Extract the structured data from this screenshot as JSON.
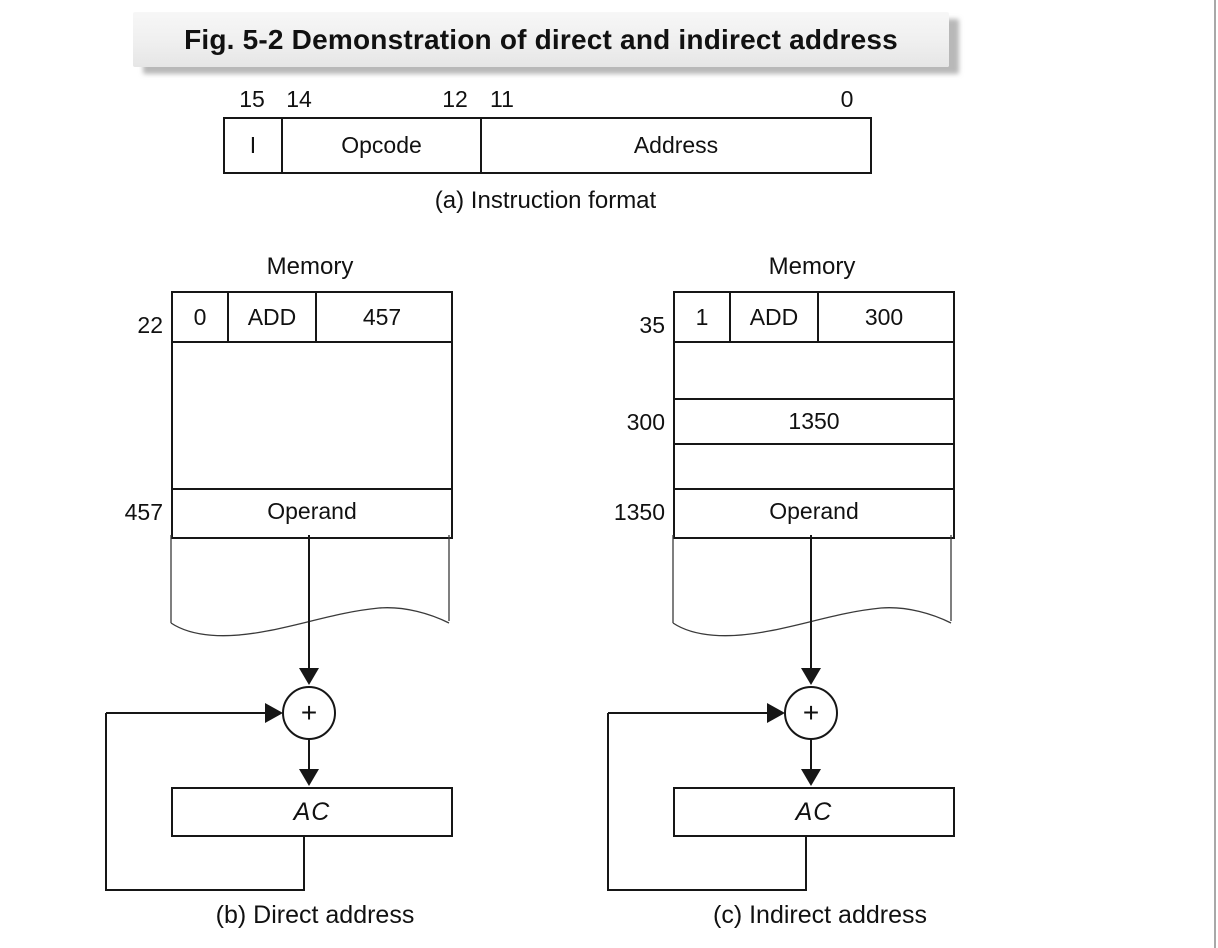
{
  "title_bar": {
    "text": "Fig. 5-2  Demonstration of direct and indirect address",
    "background": "#efefef"
  },
  "instruction_format": {
    "bit_labels": [
      "15",
      "14",
      "12",
      "11",
      "0"
    ],
    "fields": {
      "i": "I",
      "opcode": "Opcode",
      "address": "Address"
    },
    "caption": "(a) Instruction format"
  },
  "diagrams": [
    {
      "memory_label": "Memory",
      "instruction_row": {
        "address_label": "22",
        "i_bit": "0",
        "opcode": "ADD",
        "address": "457"
      },
      "operand_row": {
        "address_label": "457",
        "value": "Operand"
      },
      "adder_symbol": "+",
      "accumulator_label": "AC",
      "caption": "(b) Direct address"
    },
    {
      "memory_label": "Memory",
      "instruction_row": {
        "address_label": "35",
        "i_bit": "1",
        "opcode": "ADD",
        "address": "300"
      },
      "pointer_row": {
        "address_label": "300",
        "value": "1350"
      },
      "operand_row": {
        "address_label": "1350",
        "value": "Operand"
      },
      "adder_symbol": "+",
      "accumulator_label": "AC",
      "caption": "(c) Indirect address"
    }
  ],
  "colors": {
    "line": "#161616",
    "thin_line": "#3a3a3a",
    "shadow": "#7d7d7d"
  }
}
